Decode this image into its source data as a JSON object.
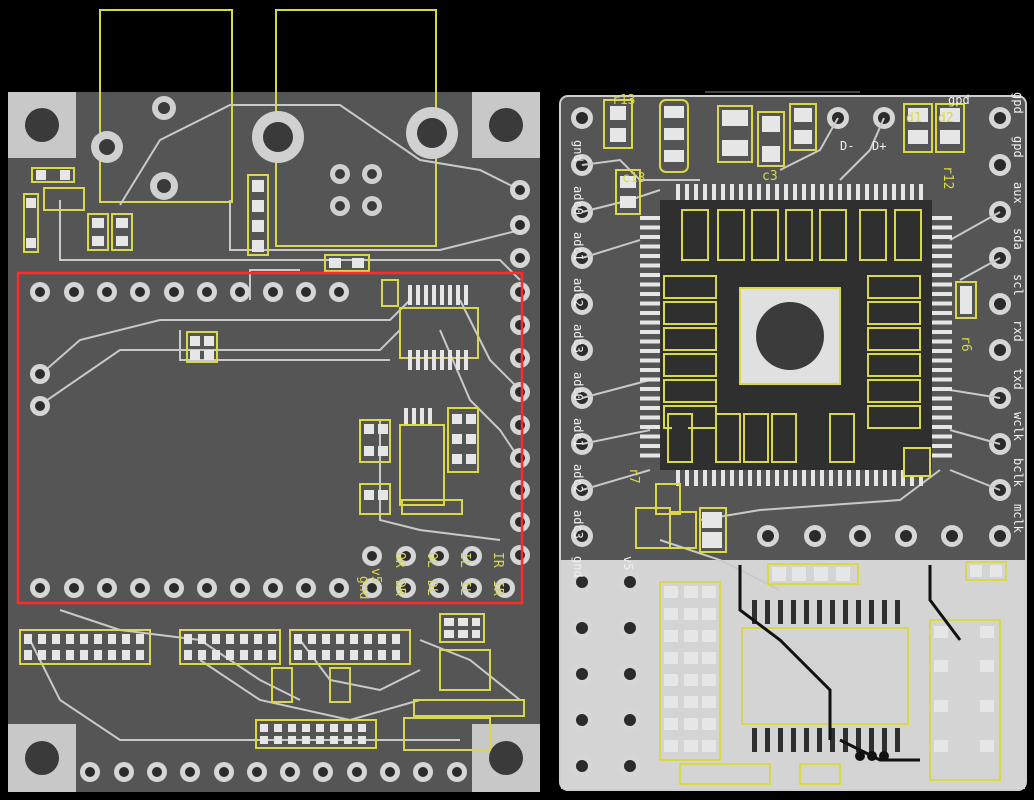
{
  "left_board": {
    "silk_labels": [
      "v5",
      "gnd",
      "OR",
      "DR",
      "OL",
      "DL",
      "IL",
      "IL",
      "IR",
      "IR"
    ]
  },
  "right_board": {
    "left_header_labels": [
      "gnd",
      "adc0",
      "adc1",
      "adc2",
      "adc3",
      "adc0",
      "adc1",
      "adc2",
      "adc3",
      "gnd",
      "v5"
    ],
    "right_header_labels": [
      "gpd",
      "gpd",
      "aux",
      "sda",
      "scl",
      "rxd",
      "txd",
      "wclk",
      "bclk",
      "mclk"
    ],
    "top_labels": [
      "D-",
      "D+",
      "gpd"
    ],
    "component_labels": [
      "r6",
      "r7",
      "r12",
      "r13",
      "c13",
      "c3",
      "d1",
      "d2"
    ]
  },
  "colors": {
    "background": "#000000",
    "board": "#555555",
    "silkscreen": "#d8d84a",
    "copper": "#c9c9c9",
    "highlight": "#ff2b2b"
  }
}
